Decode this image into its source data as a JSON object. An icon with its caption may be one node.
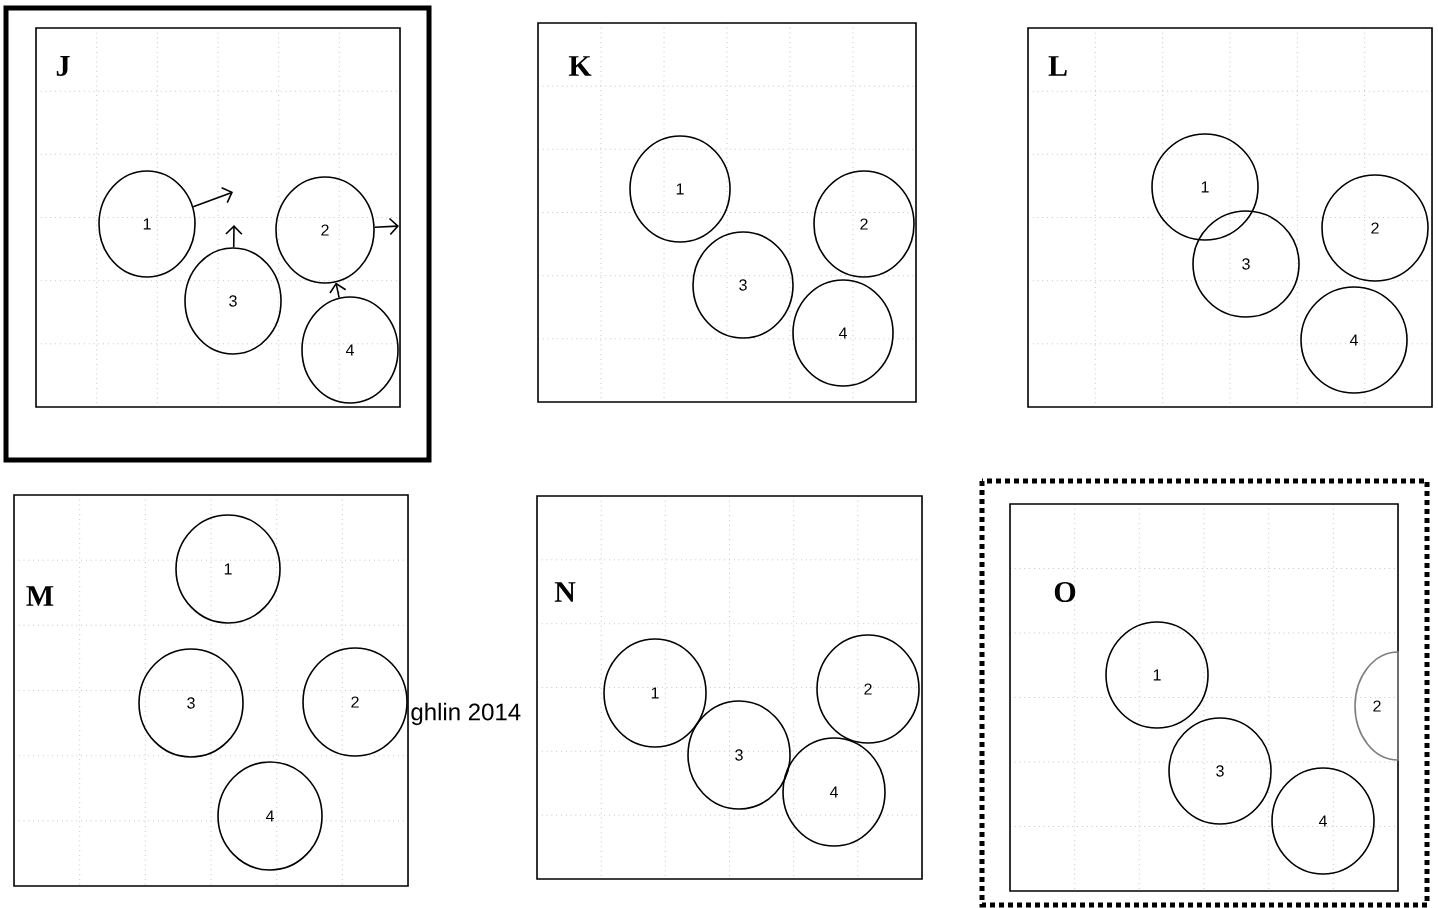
{
  "diagram": {
    "nodes": [
      {
        "text": [
          "J"
        ]
      },
      {
        "text": [
          "1"
        ],
        "in": 0
      },
      {
        "text": [
          "2"
        ],
        "in": 0
      },
      {
        "text": [
          "3"
        ],
        "in": 0
      },
      {
        "text": [
          "4"
        ],
        "in": 0
      },
      {
        "text": [
          "K"
        ]
      },
      {
        "text": [
          "1"
        ],
        "in": 5
      },
      {
        "text": [
          "2"
        ],
        "in": 5
      },
      {
        "text": [
          "3"
        ],
        "in": 5
      },
      {
        "text": [
          "4"
        ],
        "in": 5
      },
      {
        "text": [
          "L"
        ]
      },
      {
        "text": [
          "1"
        ],
        "in": 10
      },
      {
        "text": [
          "2"
        ],
        "in": 10
      },
      {
        "text": [
          "3"
        ],
        "in": 10
      },
      {
        "text": [
          "4"
        ],
        "in": 10
      },
      {
        "text": [
          "M"
        ]
      },
      {
        "text": [
          "1"
        ],
        "in": 15
      },
      {
        "text": [
          "2"
        ],
        "in": 15
      },
      {
        "text": [
          "3"
        ],
        "in": 15
      },
      {
        "text": [
          "4"
        ],
        "in": 15
      },
      {
        "text": [
          "N"
        ]
      },
      {
        "text": [
          "1"
        ],
        "in": 20
      },
      {
        "text": [
          "2"
        ],
        "in": 20
      },
      {
        "text": [
          "3"
        ],
        "in": 20
      },
      {
        "text": [
          "4"
        ],
        "in": 20
      },
      {
        "text": [
          "O"
        ]
      },
      {
        "text": [
          "1"
        ],
        "in": 25
      },
      {
        "text": [
          "2"
        ],
        "in": 25
      },
      {
        "text": [
          "3"
        ],
        "in": 25
      },
      {
        "text": [
          "4"
        ],
        "in": 25
      }
    ],
    "edges": [
      {
        "from": 1,
        "to": null,
        "arrow": "to"
      },
      {
        "from": 3,
        "to": null,
        "arrow": "to"
      },
      {
        "from": 2,
        "to": null,
        "arrow": "to"
      },
      {
        "from": 4,
        "to": 2,
        "arrow": "to"
      }
    ],
    "labels": [
      "ghlin 2014"
    ]
  }
}
